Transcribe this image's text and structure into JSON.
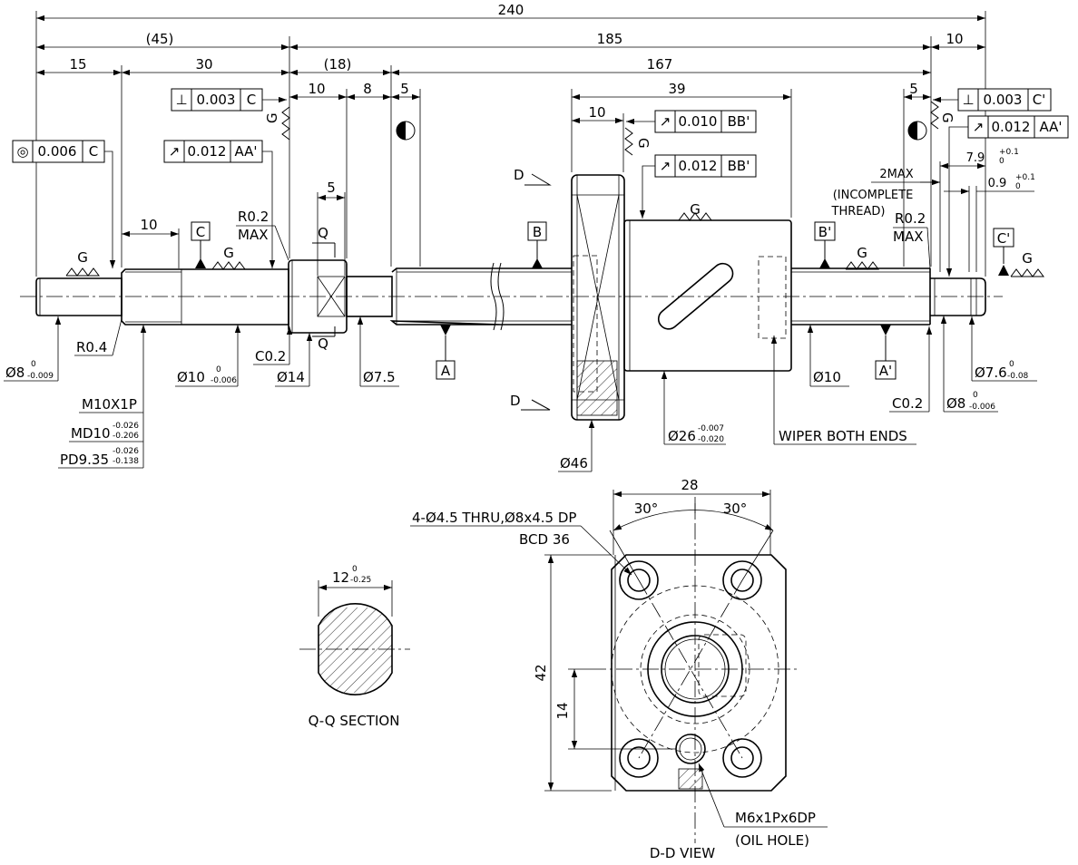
{
  "dims": {
    "d240": "240",
    "d45": "(45)",
    "d185": "185",
    "d10a": "10",
    "d15": "15",
    "d30": "30",
    "d18": "(18)",
    "d167": "167",
    "d10b": "10",
    "d8": "8",
    "d5a": "5",
    "d39": "39",
    "d10c": "10",
    "d5b": "5",
    "d5c": "5",
    "d10d": "10",
    "d79": "7.9",
    "d79tol_u": "+0.1",
    "d79tol_l": "0",
    "d09": "0.9",
    "d09tol_u": "+0.1",
    "d09tol_l": "0",
    "d2max": "2MAX",
    "incomplete1": "(INCOMPLETE",
    "incomplete2": "THREAD)",
    "r02a1": "R0.2",
    "r02a2": "MAX",
    "r02b1": "R0.2",
    "r02b2": "MAX",
    "r04": "R0.4",
    "dia8": "Ø8",
    "dia8_u": "0",
    "dia8_l": "-0.009",
    "dia10": "Ø10",
    "dia10_u": "0",
    "dia10_l": "-0.006",
    "c02a": "C0.2",
    "dia14": "Ø14",
    "dia75": "Ø7.5",
    "m10": "M10X1P",
    "md10": "MD10",
    "md10_u": "-0.026",
    "md10_l": "-0.206",
    "pd935": "PD9.35",
    "pd_u": "-0.026",
    "pd_l": "-0.138",
    "dia26": "Ø26",
    "dia26_u": "-0.007",
    "dia26_l": "-0.020",
    "dia46": "Ø46",
    "wiper": "WIPER BOTH ENDS",
    "dia10r": "Ø10",
    "c02b": "C0.2",
    "dia8r": "Ø8",
    "dia8r_u": "0",
    "dia8r_l": "-0.006",
    "dia76": "Ø7.6",
    "dia76_u": "0",
    "dia76_l": "-0.08",
    "q": "Q",
    "d": "D",
    "g": "G"
  },
  "datums": {
    "A": "A",
    "B": "B",
    "C": "C",
    "A2": "A'",
    "B2": "B'",
    "C2": "C'"
  },
  "frames": {
    "f1": {
      "sym": "◎",
      "val": "0.006",
      "ref": "C"
    },
    "f2": {
      "sym": "↗",
      "val": "0.012",
      "ref": "AA'"
    },
    "f3": {
      "sym": "⊥",
      "val": "0.003",
      "ref": "C"
    },
    "f4": {
      "sym": "↗",
      "val": "0.010",
      "ref": "BB'"
    },
    "f5": {
      "sym": "↗",
      "val": "0.012",
      "ref": "BB'"
    },
    "f6": {
      "sym": "⊥",
      "val": "0.003",
      "ref": "C'"
    },
    "f7": {
      "sym": "↗",
      "val": "0.012",
      "ref": "AA'"
    }
  },
  "views": {
    "qq_title": "Q-Q SECTION",
    "qq_dim": "12",
    "qq_u": "0",
    "qq_l": "-0.25",
    "dd_title": "D-D VIEW",
    "dd_28": "28",
    "dd_30a": "30°",
    "dd_30b": "30°",
    "dd_42": "42",
    "dd_14": "14",
    "holes1": "4-Ø4.5 THRU,Ø8x4.5 DP",
    "holes2": "BCD 36",
    "oil1": "M6x1Px6DP",
    "oil2": "(OIL HOLE)"
  }
}
